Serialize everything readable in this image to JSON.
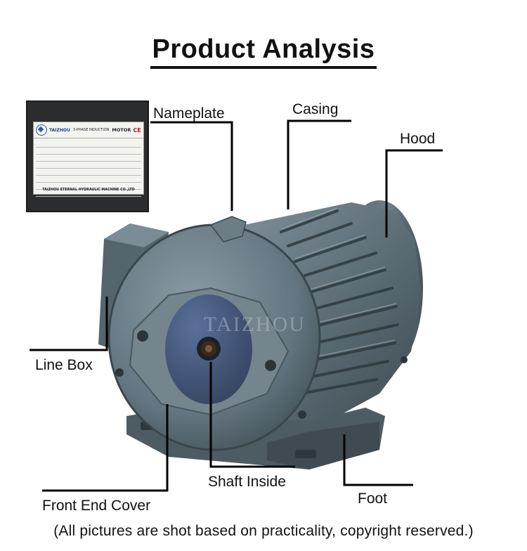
{
  "title": "Product Analysis",
  "labels": {
    "nameplate": "Nameplate",
    "casing": "Casing",
    "hood": "Hood",
    "line_box": "Line Box",
    "shaft_inside": "Shaft Inside",
    "front_end_cover": "Front End Cover",
    "foot": "Foot"
  },
  "footer": "(All pictures are shot based on practicality, copyright reserved.)",
  "nameplate_inset": {
    "brand": "TAIZHOU",
    "kind": "3-PHASE INDUCTION",
    "motor": "MOTOR",
    "ce": "CE",
    "maker": "TAIZHOU ETERNAL HYDRAULIC MACHINE CO.,LTD"
  },
  "watermark": "TAIZHOU",
  "colors": {
    "motor_body": "#5b6c74",
    "motor_dark": "#3b474d",
    "motor_light": "#8497a0",
    "callout_line": "#000000"
  }
}
